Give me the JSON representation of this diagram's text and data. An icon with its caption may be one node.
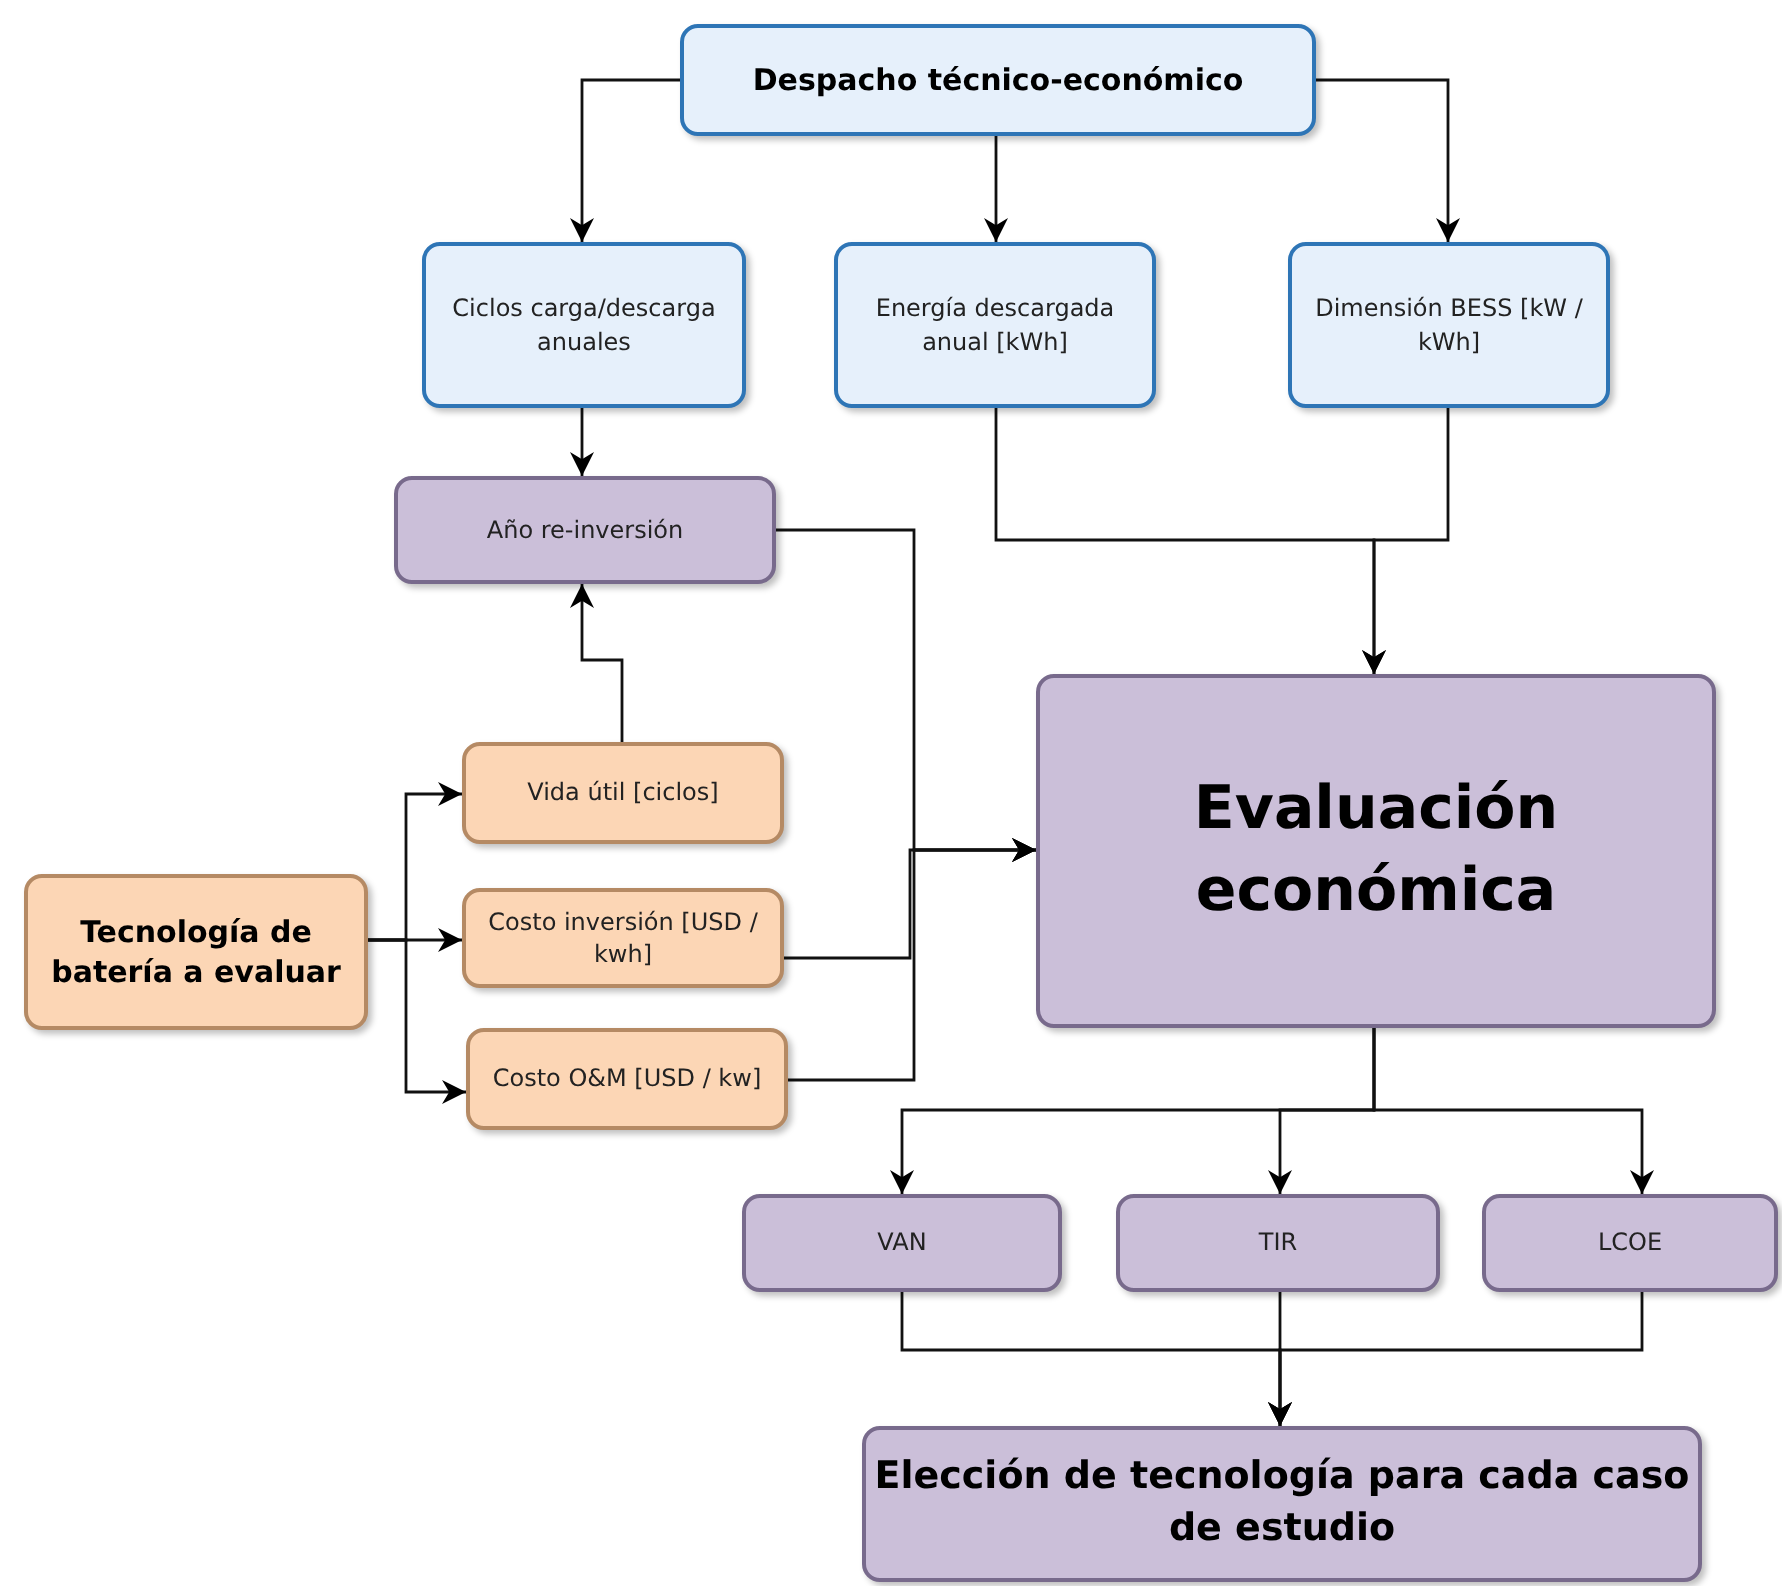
{
  "diagram": {
    "nodes": [
      {
        "text": [
          "Despacho técnico-económico"
        ]
      },
      {
        "text": [
          "Ciclos carga/descarga anuales"
        ]
      },
      {
        "text": [
          "Energía descargada anual [kWh]"
        ]
      },
      {
        "text": [
          "Dimensión BESS [kW / kWh]"
        ]
      },
      {
        "text": [
          "Año re-inversión"
        ]
      },
      {
        "text": [
          "Evaluación económica"
        ]
      },
      {
        "text": [
          "Tecnología de batería a evaluar"
        ]
      },
      {
        "text": [
          "Vida útil [ciclos]"
        ]
      },
      {
        "text": [
          "Costo inversión [USD / kwh]"
        ]
      },
      {
        "text": [
          "Costo O&M [USD / kw]"
        ]
      },
      {
        "text": [
          "VAN"
        ]
      },
      {
        "text": [
          "TIR"
        ]
      },
      {
        "text": [
          "LCOE"
        ]
      },
      {
        "text": [
          "Elección de tecnología para cada caso de estudio"
        ]
      }
    ],
    "edges": [
      {
        "from": 0,
        "to": 1,
        "arrow": "to"
      },
      {
        "from": 0,
        "to": 2,
        "arrow": "to"
      },
      {
        "from": 0,
        "to": 3,
        "arrow": "to"
      },
      {
        "from": 1,
        "to": 4,
        "arrow": "to"
      },
      {
        "from": 7,
        "to": 4,
        "arrow": "to"
      },
      {
        "from": 6,
        "to": 7,
        "arrow": "to"
      },
      {
        "from": 6,
        "to": 8,
        "arrow": "to"
      },
      {
        "from": 6,
        "to": 9,
        "arrow": "to"
      },
      {
        "from": 4,
        "to": 5,
        "arrow": "to"
      },
      {
        "from": 8,
        "to": 5,
        "arrow": "to"
      },
      {
        "from": 9,
        "to": 5,
        "arrow": "to"
      },
      {
        "from": 2,
        "to": 5,
        "arrow": "to"
      },
      {
        "from": 3,
        "to": 5,
        "arrow": "to"
      },
      {
        "from": 5,
        "to": 10,
        "arrow": "to"
      },
      {
        "from": 5,
        "to": 11,
        "arrow": "to"
      },
      {
        "from": 5,
        "to": 12,
        "arrow": "to"
      },
      {
        "from": 10,
        "to": 13,
        "arrow": "to"
      },
      {
        "from": 11,
        "to": 13,
        "arrow": "to"
      },
      {
        "from": 12,
        "to": 13,
        "arrow": "to"
      }
    ]
  }
}
